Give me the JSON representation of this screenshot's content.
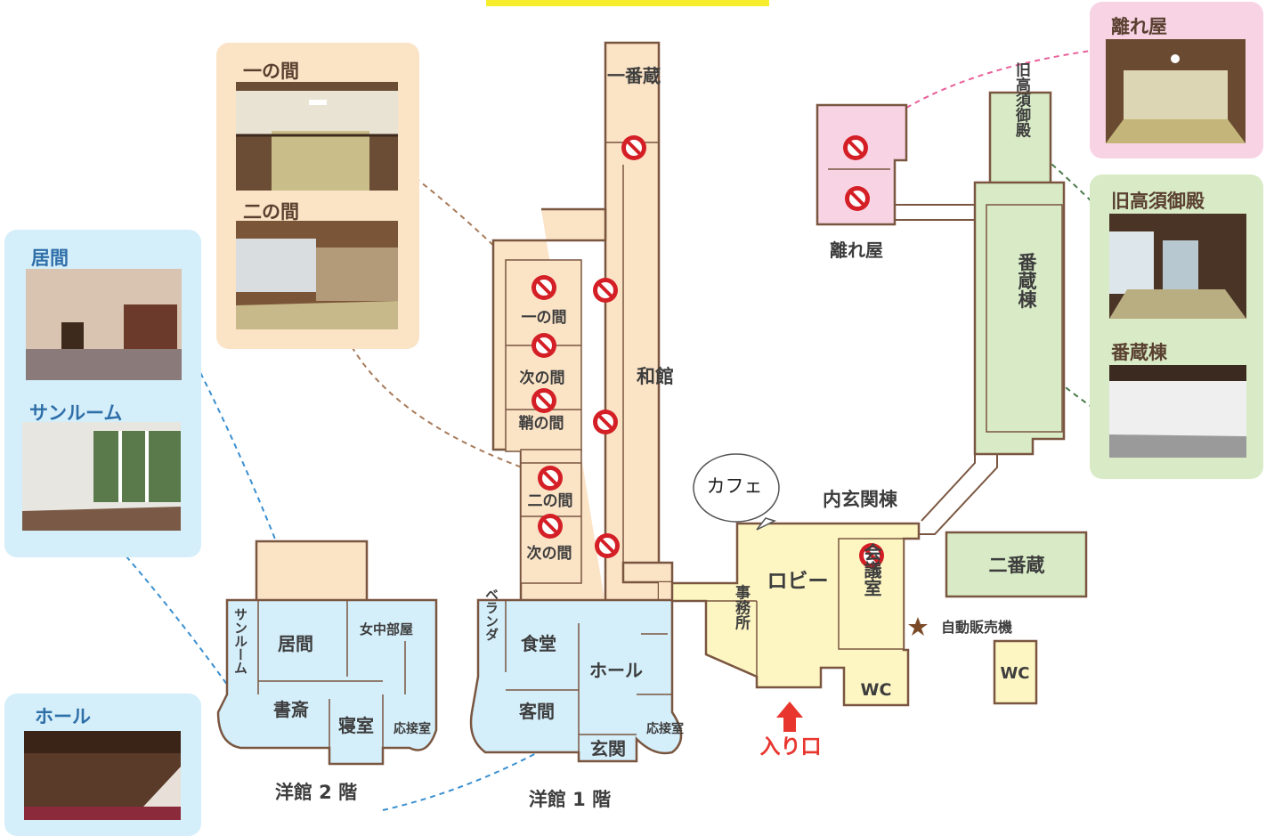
{
  "colors": {
    "wakan": "#fbe3c6",
    "yokan": "#d4eefa",
    "lobby": "#fdf6c3",
    "kura": "#d8ebc6",
    "hanare": "#f7d3e4",
    "wall": "#7a5640",
    "entrance_arrow": "#e8362e",
    "no_entry": "#d41f26",
    "title_bar": "#f6ee2c"
  },
  "panels": {
    "wakan_photos": {
      "items": [
        {
          "label": "一の間",
          "photo": "japanese-room-photo"
        },
        {
          "label": "二の間",
          "photo": "japanese-room-photo"
        }
      ]
    },
    "yokan2_photos": {
      "items": [
        {
          "label": "居間",
          "photo": "western-living-room-photo"
        },
        {
          "label": "サンルーム",
          "photo": "sunroom-photo"
        }
      ]
    },
    "hall_photo": {
      "label": "ホール",
      "photo": "hall-photo"
    },
    "hanare_photo": {
      "label": "離れ屋",
      "photo": "tatami-room-photo"
    },
    "kura_photos": {
      "items": [
        {
          "label": "旧高須御殿",
          "photo": "tatami-corridor-photo"
        },
        {
          "label": "番蔵棟",
          "photo": "white-gallery-photo"
        }
      ]
    }
  },
  "map": {
    "wakan": {
      "section_label": "和館",
      "rooms": [
        "一番蔵",
        "一の間",
        "次の間",
        "鞘の間",
        "二の間",
        "次の間"
      ]
    },
    "yokan2": {
      "floor_label": "洋館 2 階",
      "rooms": [
        "サンルーム",
        "居間",
        "女中部屋",
        "書斎",
        "寝室",
        "応接室"
      ]
    },
    "yokan1": {
      "floor_label": "洋館 1 階",
      "rooms": [
        "ベランダ",
        "食堂",
        "ホール",
        "客間",
        "応接室",
        "玄関"
      ]
    },
    "uchigenkan": {
      "section_label": "内玄関棟",
      "rooms": [
        "ロビー",
        "事務所",
        "会議室",
        "WC"
      ],
      "cafe": "カフェ",
      "entrance": "入り口"
    },
    "hanare": {
      "label": "離れ屋"
    },
    "kura": {
      "rooms": [
        "旧高須御殿",
        "番蔵棟"
      ]
    },
    "nibanzo": "二番蔵",
    "vending": "自動販売機",
    "wc2": "WC"
  }
}
